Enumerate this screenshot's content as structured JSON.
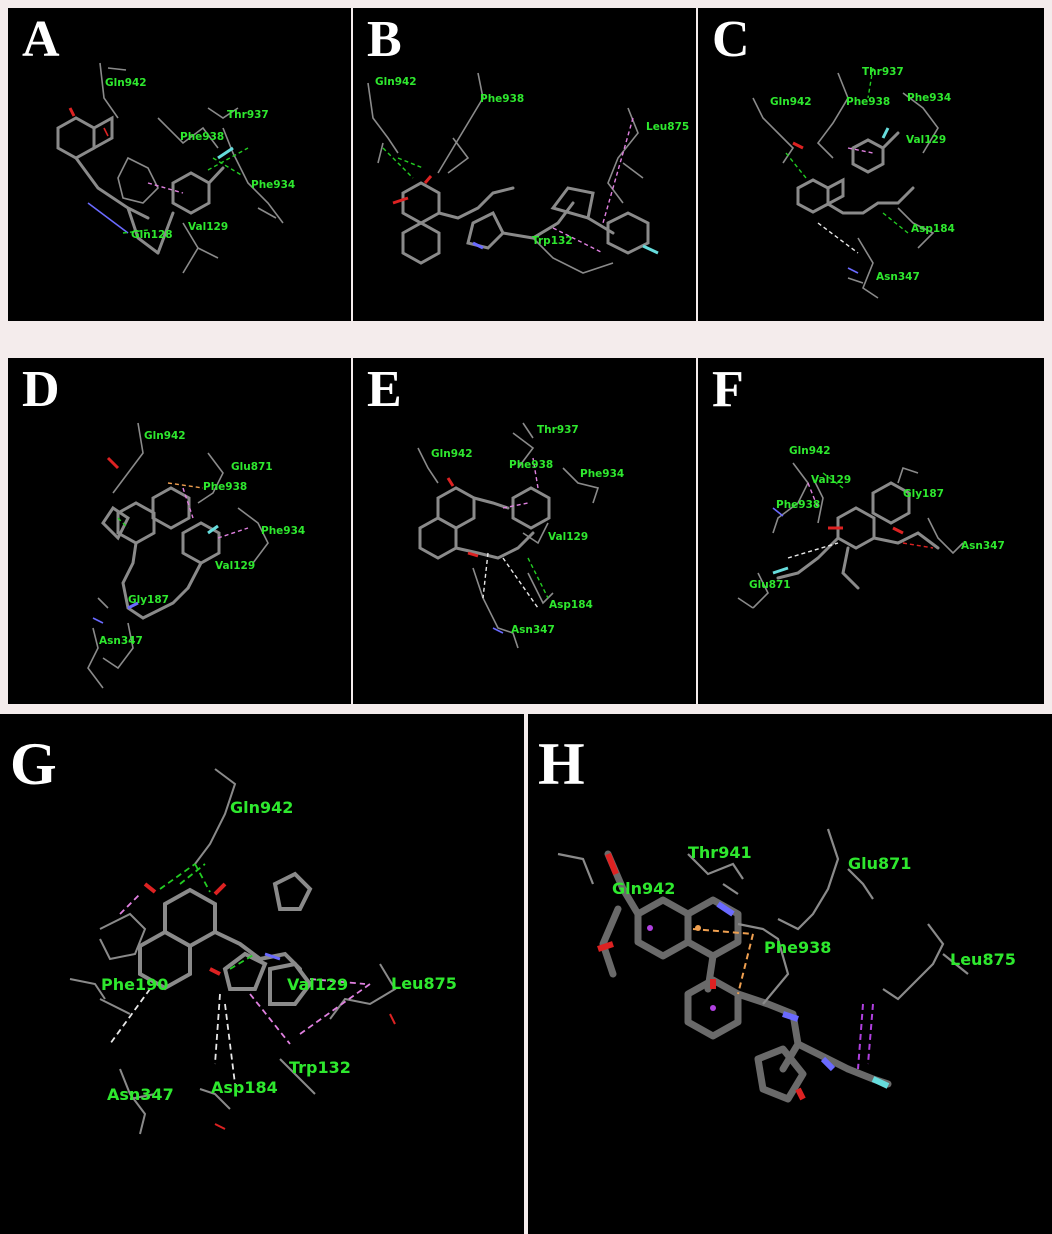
{
  "panels": [
    {
      "letter": "A",
      "residues": [
        "Gln942",
        "Phe938",
        "Thr937",
        "Phe934",
        "Val129",
        "Gln128"
      ]
    },
    {
      "letter": "B",
      "residues": [
        "Gln942",
        "Phe938",
        "Leu875",
        "Trp132"
      ]
    },
    {
      "letter": "C",
      "residues": [
        "Thr937",
        "Gln942",
        "Phe938",
        "Phe934",
        "Val129",
        "Asp184",
        "Asn347"
      ]
    },
    {
      "letter": "D",
      "residues": [
        "Gln942",
        "Glu871",
        "Phe938",
        "Phe934",
        "Val129",
        "Gly187",
        "Asn347"
      ]
    },
    {
      "letter": "E",
      "residues": [
        "Thr937",
        "Gln942",
        "Phe938",
        "Phe934",
        "Val129",
        "Asp184",
        "Asn347"
      ]
    },
    {
      "letter": "F",
      "residues": [
        "Gln942",
        "Val129",
        "Gly187",
        "Phe938",
        "Asn347",
        "Glu871"
      ]
    },
    {
      "letter": "G",
      "residues": [
        "Gln942",
        "Phe190",
        "Val129",
        "Leu875",
        "Trp132",
        "Asn347",
        "Asp184"
      ]
    },
    {
      "letter": "H",
      "residues": [
        "Thr941",
        "Glu871",
        "Gln942",
        "Phe938",
        "Leu875"
      ]
    }
  ],
  "colors": {
    "background": "#000000",
    "label": "#2ee82e",
    "hbond": "#22cc22",
    "pi_interaction": "#e080e0",
    "carbon_stick": "#8a8a8a",
    "nitrogen": "#6a6aff",
    "oxygen": "#dd2222",
    "fluorine": "#66dddd",
    "border": "#f4ecec"
  }
}
